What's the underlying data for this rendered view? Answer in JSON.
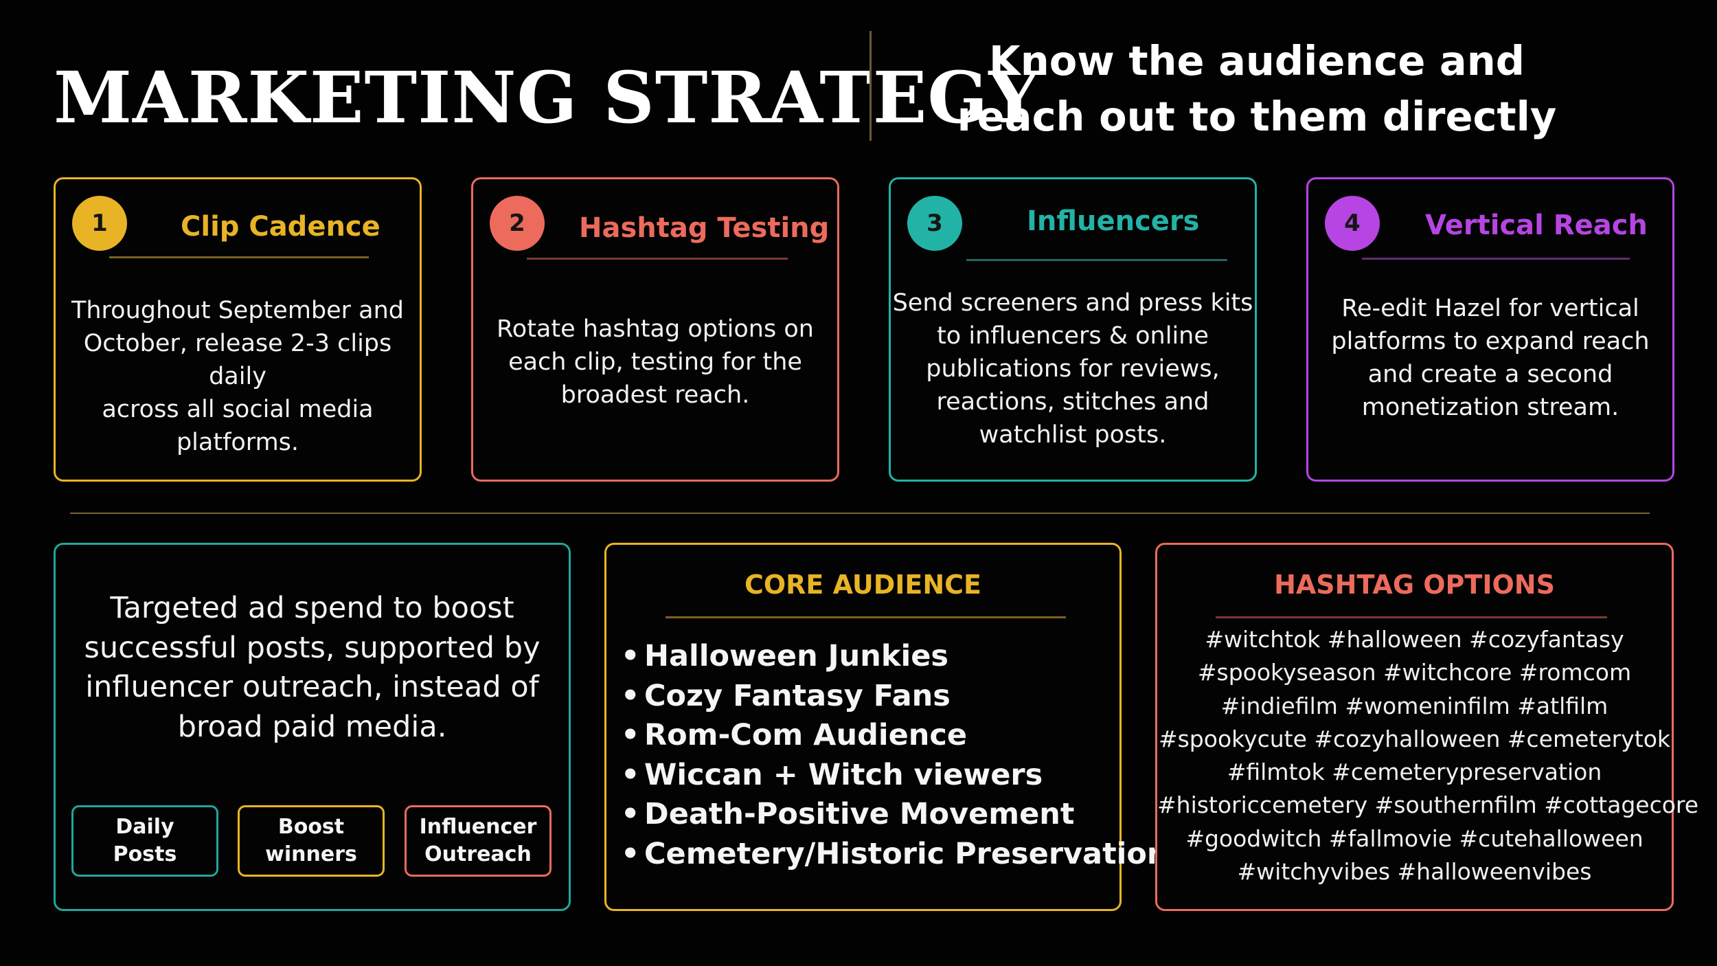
{
  "header": {
    "title": "MARKETING STRATEGY",
    "tagline_lines": [
      "Know the audience and",
      "reach out to them directly"
    ]
  },
  "colors": {
    "gold": "#e8b426",
    "coral": "#ec6b5c",
    "teal": "#22b3a6",
    "purple": "#b645e3"
  },
  "cards": [
    {
      "number": "1",
      "title": "Clip Cadence",
      "lines": [
        "Throughout September and",
        "October, release 2-3 clips daily",
        "across all social media",
        "platforms."
      ]
    },
    {
      "number": "2",
      "title": "Hashtag Testing",
      "lines": [
        "Rotate hashtag options on",
        "each clip, testing for the",
        "broadest reach."
      ]
    },
    {
      "number": "3",
      "title": "Influencers",
      "lines": [
        "Send screeners and press kits",
        "to influencers & online",
        "publications for reviews,",
        "reactions, stitches and",
        "watchlist posts."
      ]
    },
    {
      "number": "4",
      "title": "Vertical Reach",
      "lines": [
        "Re-edit Hazel for vertical",
        "platforms to expand reach",
        "and create a second",
        "monetization stream."
      ]
    }
  ],
  "ad_spend": {
    "lines": [
      "Targeted ad spend to boost",
      "successful posts, supported by",
      "influencer outreach, instead of",
      "broad paid media."
    ],
    "pills": [
      {
        "line1": "Daily",
        "line2": "Posts"
      },
      {
        "line1": "Boost",
        "line2": "winners"
      },
      {
        "line1": "Influencer",
        "line2": "Outreach"
      }
    ]
  },
  "core_audience": {
    "title": "CORE AUDIENCE",
    "items": [
      "Halloween Junkies",
      "Cozy Fantasy Fans",
      "Rom-Com Audience",
      "Wiccan + Witch viewers",
      "Death-Positive Movement",
      "Cemetery/Historic Preservation"
    ]
  },
  "hashtags": {
    "title": "HASHTAG OPTIONS",
    "lines": [
      "#witchtok  #halloween  #cozyfantasy",
      "#spookyseason  #witchcore  #romcom",
      "#indiefilm  #womeninfilm  #atlfilm",
      "#spookycute  #cozyhalloween  #cemeterytok",
      "#filmtok #cemeterypreservation",
      "#historiccemetery  #southernfilm  #cottagecore",
      "#goodwitch   #fallmovie  #cutehalloween",
      "#witchyvibes #halloweenvibes"
    ]
  }
}
